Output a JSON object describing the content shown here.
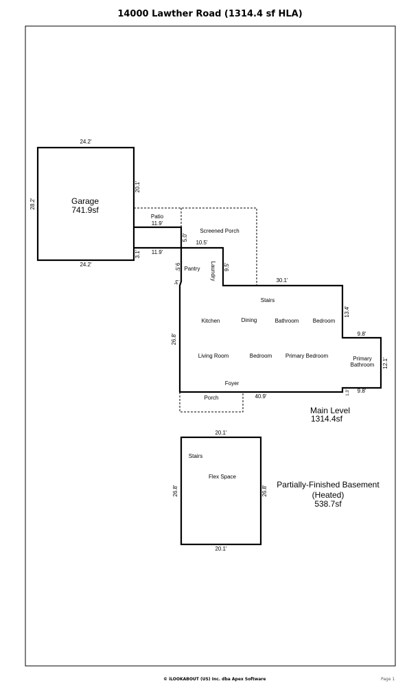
{
  "title": "14000 Lawther Road (1314.4 sf HLA)",
  "garage": {
    "label": "Garage",
    "area": "741.9sf",
    "dims": {
      "top": "24.2'",
      "bottom": "24.2'",
      "left": "28.2'",
      "right_upper": "20.1'",
      "right_lower": "3.1'"
    }
  },
  "main_level": {
    "label": "Main Level",
    "area": "1314.4sf",
    "rooms": [
      "Patio",
      "Screened Porch",
      "Pantry",
      "Laundry",
      "Stairs",
      "Kitchen",
      "Dining",
      "Bathroom",
      "Bedroom",
      "Living Room",
      "Bedroom",
      "Primary Bedroom",
      "Primary",
      "Bathroom",
      "Foyer",
      "Porch"
    ],
    "dims": {
      "patio_w": "11.9'",
      "connector_w": "11.9'",
      "connector_h": "5.0'",
      "laundry_top": "10.5'",
      "laundry_h": "9.5'",
      "pantry_h": "9.5'",
      "jog": ".3'",
      "top": "30.1'",
      "right_upper": "13.4'",
      "bath_top": "9.8'",
      "bath_right": "12.1'",
      "bath_bottom": "9.8'",
      "bath_jog": "1.3'",
      "left": "26.8'",
      "bottom": "40.9'"
    }
  },
  "basement": {
    "label": "Partially-Finished Basement",
    "sublabel": "(Heated)",
    "area": "538.7sf",
    "rooms": [
      "Stairs",
      "Flex Space"
    ],
    "dims": {
      "top": "20.1'",
      "bottom": "20.1'",
      "left": "26.8'",
      "right": "26.8'"
    }
  },
  "footer": {
    "copyright": "© iLOOKABOUT (US) Inc. dba Apex Software",
    "page": "Page 1"
  }
}
